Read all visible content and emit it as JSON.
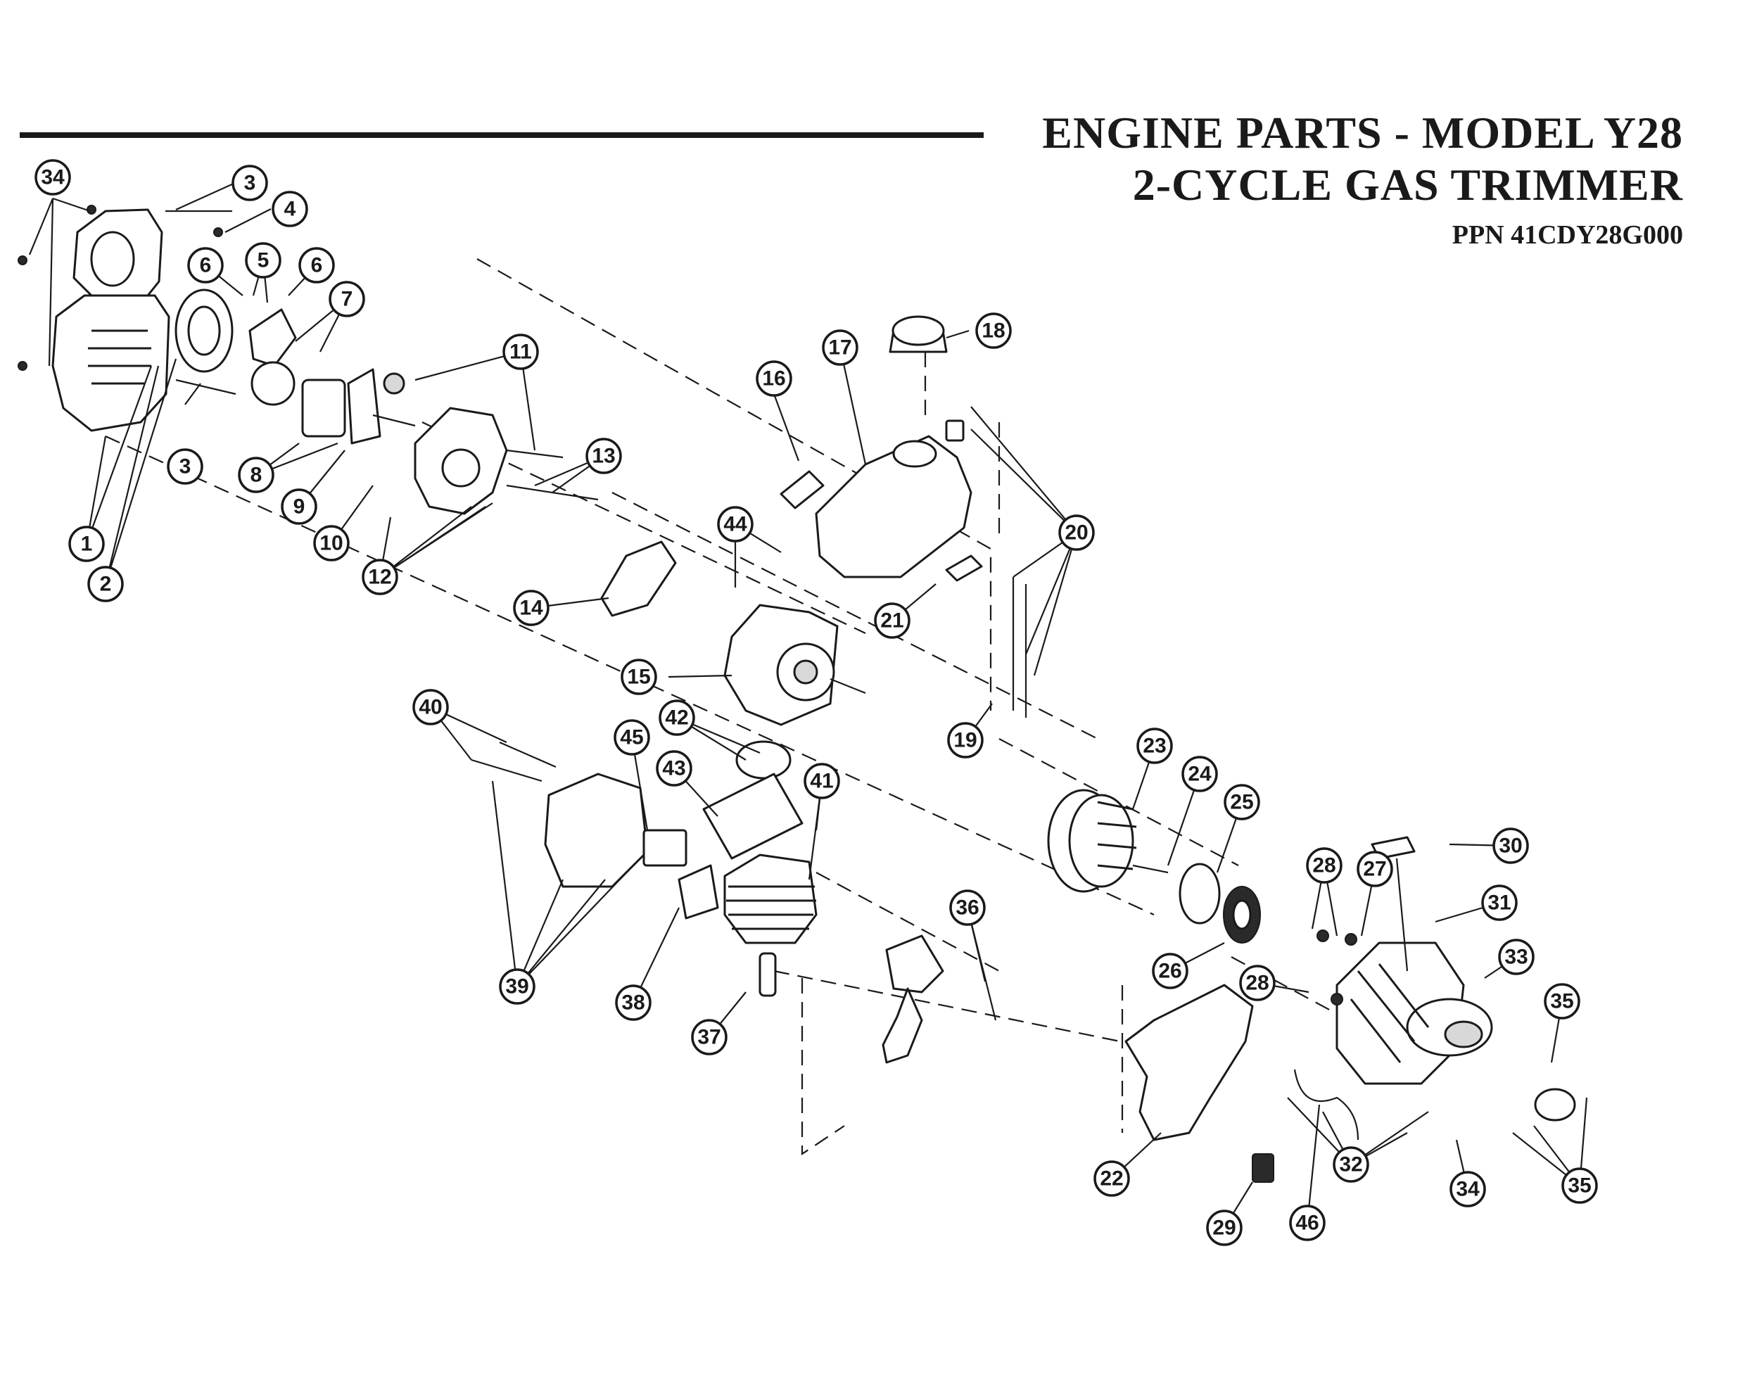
{
  "title": {
    "line1": "ENGINE PARTS - MODEL Y28",
    "line2": "2-CYCLE GAS TRIMMER",
    "ppn": "PPN 41CDY28G000"
  },
  "callouts": [
    {
      "id": "1",
      "label": "1"
    },
    {
      "id": "2",
      "label": "2"
    },
    {
      "id": "3a",
      "label": "3"
    },
    {
      "id": "3b",
      "label": "3"
    },
    {
      "id": "4",
      "label": "4"
    },
    {
      "id": "5",
      "label": "5"
    },
    {
      "id": "6a",
      "label": "6"
    },
    {
      "id": "6b",
      "label": "6"
    },
    {
      "id": "7",
      "label": "7"
    },
    {
      "id": "8",
      "label": "8"
    },
    {
      "id": "9",
      "label": "9"
    },
    {
      "id": "10",
      "label": "10"
    },
    {
      "id": "11",
      "label": "11"
    },
    {
      "id": "12",
      "label": "12"
    },
    {
      "id": "13",
      "label": "13"
    },
    {
      "id": "14",
      "label": "14"
    },
    {
      "id": "15",
      "label": "15"
    },
    {
      "id": "16",
      "label": "16"
    },
    {
      "id": "17",
      "label": "17"
    },
    {
      "id": "18",
      "label": "18"
    },
    {
      "id": "19",
      "label": "19"
    },
    {
      "id": "20",
      "label": "20"
    },
    {
      "id": "21",
      "label": "21"
    },
    {
      "id": "22",
      "label": "22"
    },
    {
      "id": "23",
      "label": "23"
    },
    {
      "id": "24",
      "label": "24"
    },
    {
      "id": "25",
      "label": "25"
    },
    {
      "id": "26",
      "label": "26"
    },
    {
      "id": "27",
      "label": "27"
    },
    {
      "id": "28a",
      "label": "28"
    },
    {
      "id": "28b",
      "label": "28"
    },
    {
      "id": "29",
      "label": "29"
    },
    {
      "id": "30",
      "label": "30"
    },
    {
      "id": "31",
      "label": "31"
    },
    {
      "id": "32",
      "label": "32"
    },
    {
      "id": "33",
      "label": "33"
    },
    {
      "id": "34a",
      "label": "34"
    },
    {
      "id": "34b",
      "label": "34"
    },
    {
      "id": "35a",
      "label": "35"
    },
    {
      "id": "35b",
      "label": "35"
    },
    {
      "id": "36",
      "label": "36"
    },
    {
      "id": "37",
      "label": "37"
    },
    {
      "id": "38",
      "label": "38"
    },
    {
      "id": "39",
      "label": "39"
    },
    {
      "id": "40",
      "label": "40"
    },
    {
      "id": "41",
      "label": "41"
    },
    {
      "id": "42",
      "label": "42"
    },
    {
      "id": "43",
      "label": "43"
    },
    {
      "id": "44",
      "label": "44"
    },
    {
      "id": "45",
      "label": "45"
    },
    {
      "id": "46",
      "label": "46"
    }
  ]
}
